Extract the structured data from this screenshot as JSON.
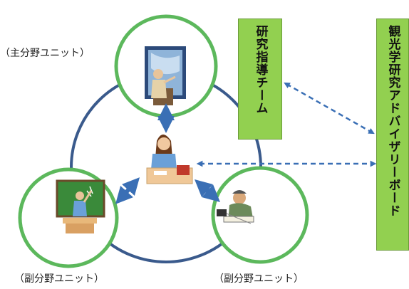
{
  "labels": {
    "main_unit": "（主分野ユニット）",
    "sub_unit_left": "（副分野ユニット）",
    "sub_unit_right": "（副分野ユニット）"
  },
  "boxes": {
    "research_team": "研究指導チーム",
    "advisory_board": "観光学研究アドバイザリーボード"
  },
  "colors": {
    "circle_ring": "#5cb85c",
    "big_ring": "#3a5a8c",
    "arrow": "#3a6fb5",
    "box_fill": "#92d050"
  },
  "icons": {
    "main_unit": "teacher-at-whiteboard-icon",
    "sub_left": "teacher-at-chalkboard-icon",
    "sub_right": "reading-man-icon",
    "center": "student-at-desk-icon"
  }
}
